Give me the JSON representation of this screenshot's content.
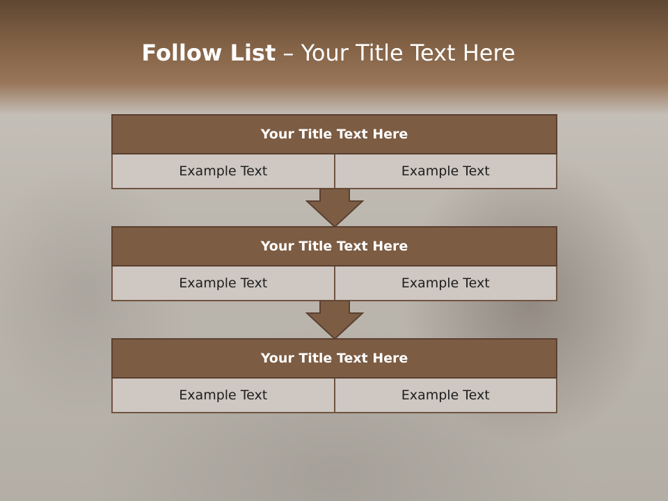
{
  "slide": {
    "title_strong": "Follow List",
    "title_rest": " – Your Title Text Here"
  },
  "steps": [
    {
      "title": "Your Title Text Here",
      "cells": [
        "Example Text",
        "Example Text"
      ]
    },
    {
      "title": "Your Title Text Here",
      "cells": [
        "Example Text",
        "Example Text"
      ]
    },
    {
      "title": "Your Title Text Here",
      "cells": [
        "Example Text",
        "Example Text"
      ]
    }
  ],
  "colors": {
    "header_brown": "#7f5f43",
    "title_fill": "#7c5c43",
    "cell_fill": "#cec7c2",
    "arrow_fill": "#7c5c43"
  }
}
